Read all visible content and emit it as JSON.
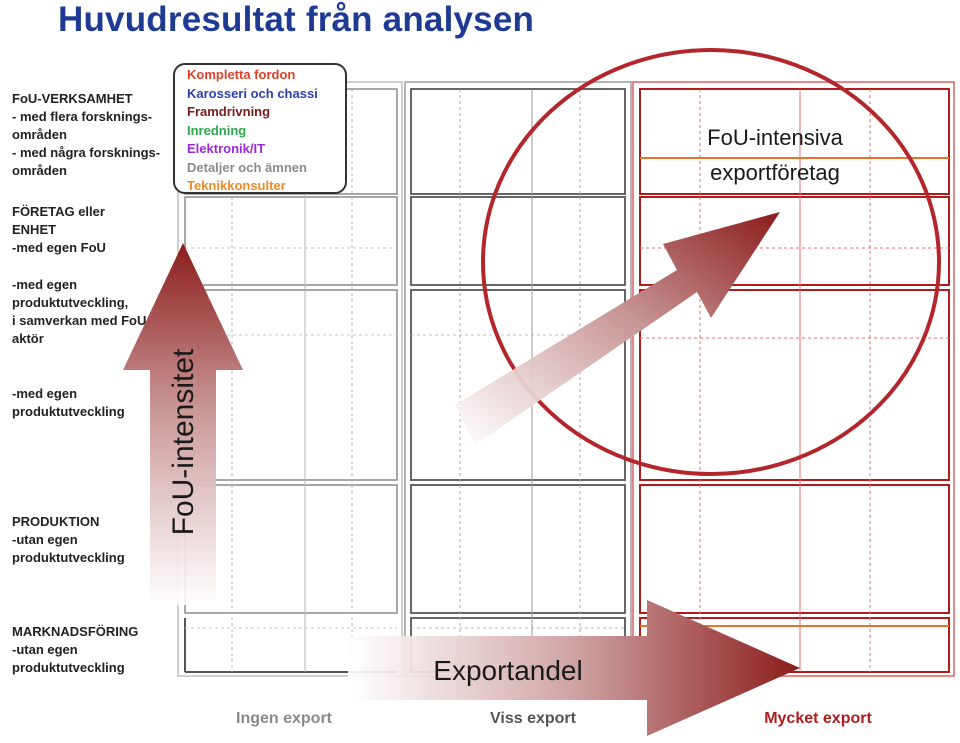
{
  "title": "Huvudresultat från analysen",
  "legend": [
    {
      "label": "Kompletta fordon",
      "color": "#e0402a"
    },
    {
      "label": "Karosseri och chassi",
      "color": "#2b3fb0"
    },
    {
      "label": "Framdrivning",
      "color": "#7a1a1a"
    },
    {
      "label": "Inredning",
      "color": "#2fa84f"
    },
    {
      "label": "Elektronik/IT",
      "color": "#9b2bd6"
    },
    {
      "label": "Detaljer och ämnen",
      "color": "#8c8c8c"
    },
    {
      "label": "Teknikkonsulter",
      "color": "#f08a24"
    }
  ],
  "y_labels": {
    "fou_verksamhet": [
      "FoU-VERKSAMHET",
      "- med flera forsknings-",
      "områden",
      "- med några forsknings-",
      "områden"
    ],
    "foretag": [
      "FÖRETAG eller",
      "ENHET",
      "-med egen FoU"
    ],
    "samverkan": [
      "-med egen",
      "produktutveckling,",
      "i samverkan med FoU",
      "aktör"
    ],
    "produktutveckling": [
      "-med egen",
      "produktutveckling"
    ],
    "produktion": [
      "PRODUKTION",
      "-utan egen",
      "produktutveckling"
    ],
    "marknadsforing": [
      "MARKNADSFÖRING",
      "-utan egen",
      "produktutveckling"
    ]
  },
  "x_labels": [
    {
      "label": "Ingen export",
      "color": "#8a8a8a"
    },
    {
      "label": "Viss export",
      "color": "#555555"
    },
    {
      "label": "Mycket export",
      "color": "#b01c1c"
    }
  ],
  "axis_vertical_label": "FoU-intensitet",
  "axis_horizontal_label": "Exportandel",
  "highlight_label": [
    "FoU-intensiva",
    "exportföretag"
  ],
  "colors": {
    "title": "#1f3a93",
    "arrow_dark": "#8b1c1c",
    "circle": "#b3272c",
    "highlight_line": "#e8702a"
  }
}
